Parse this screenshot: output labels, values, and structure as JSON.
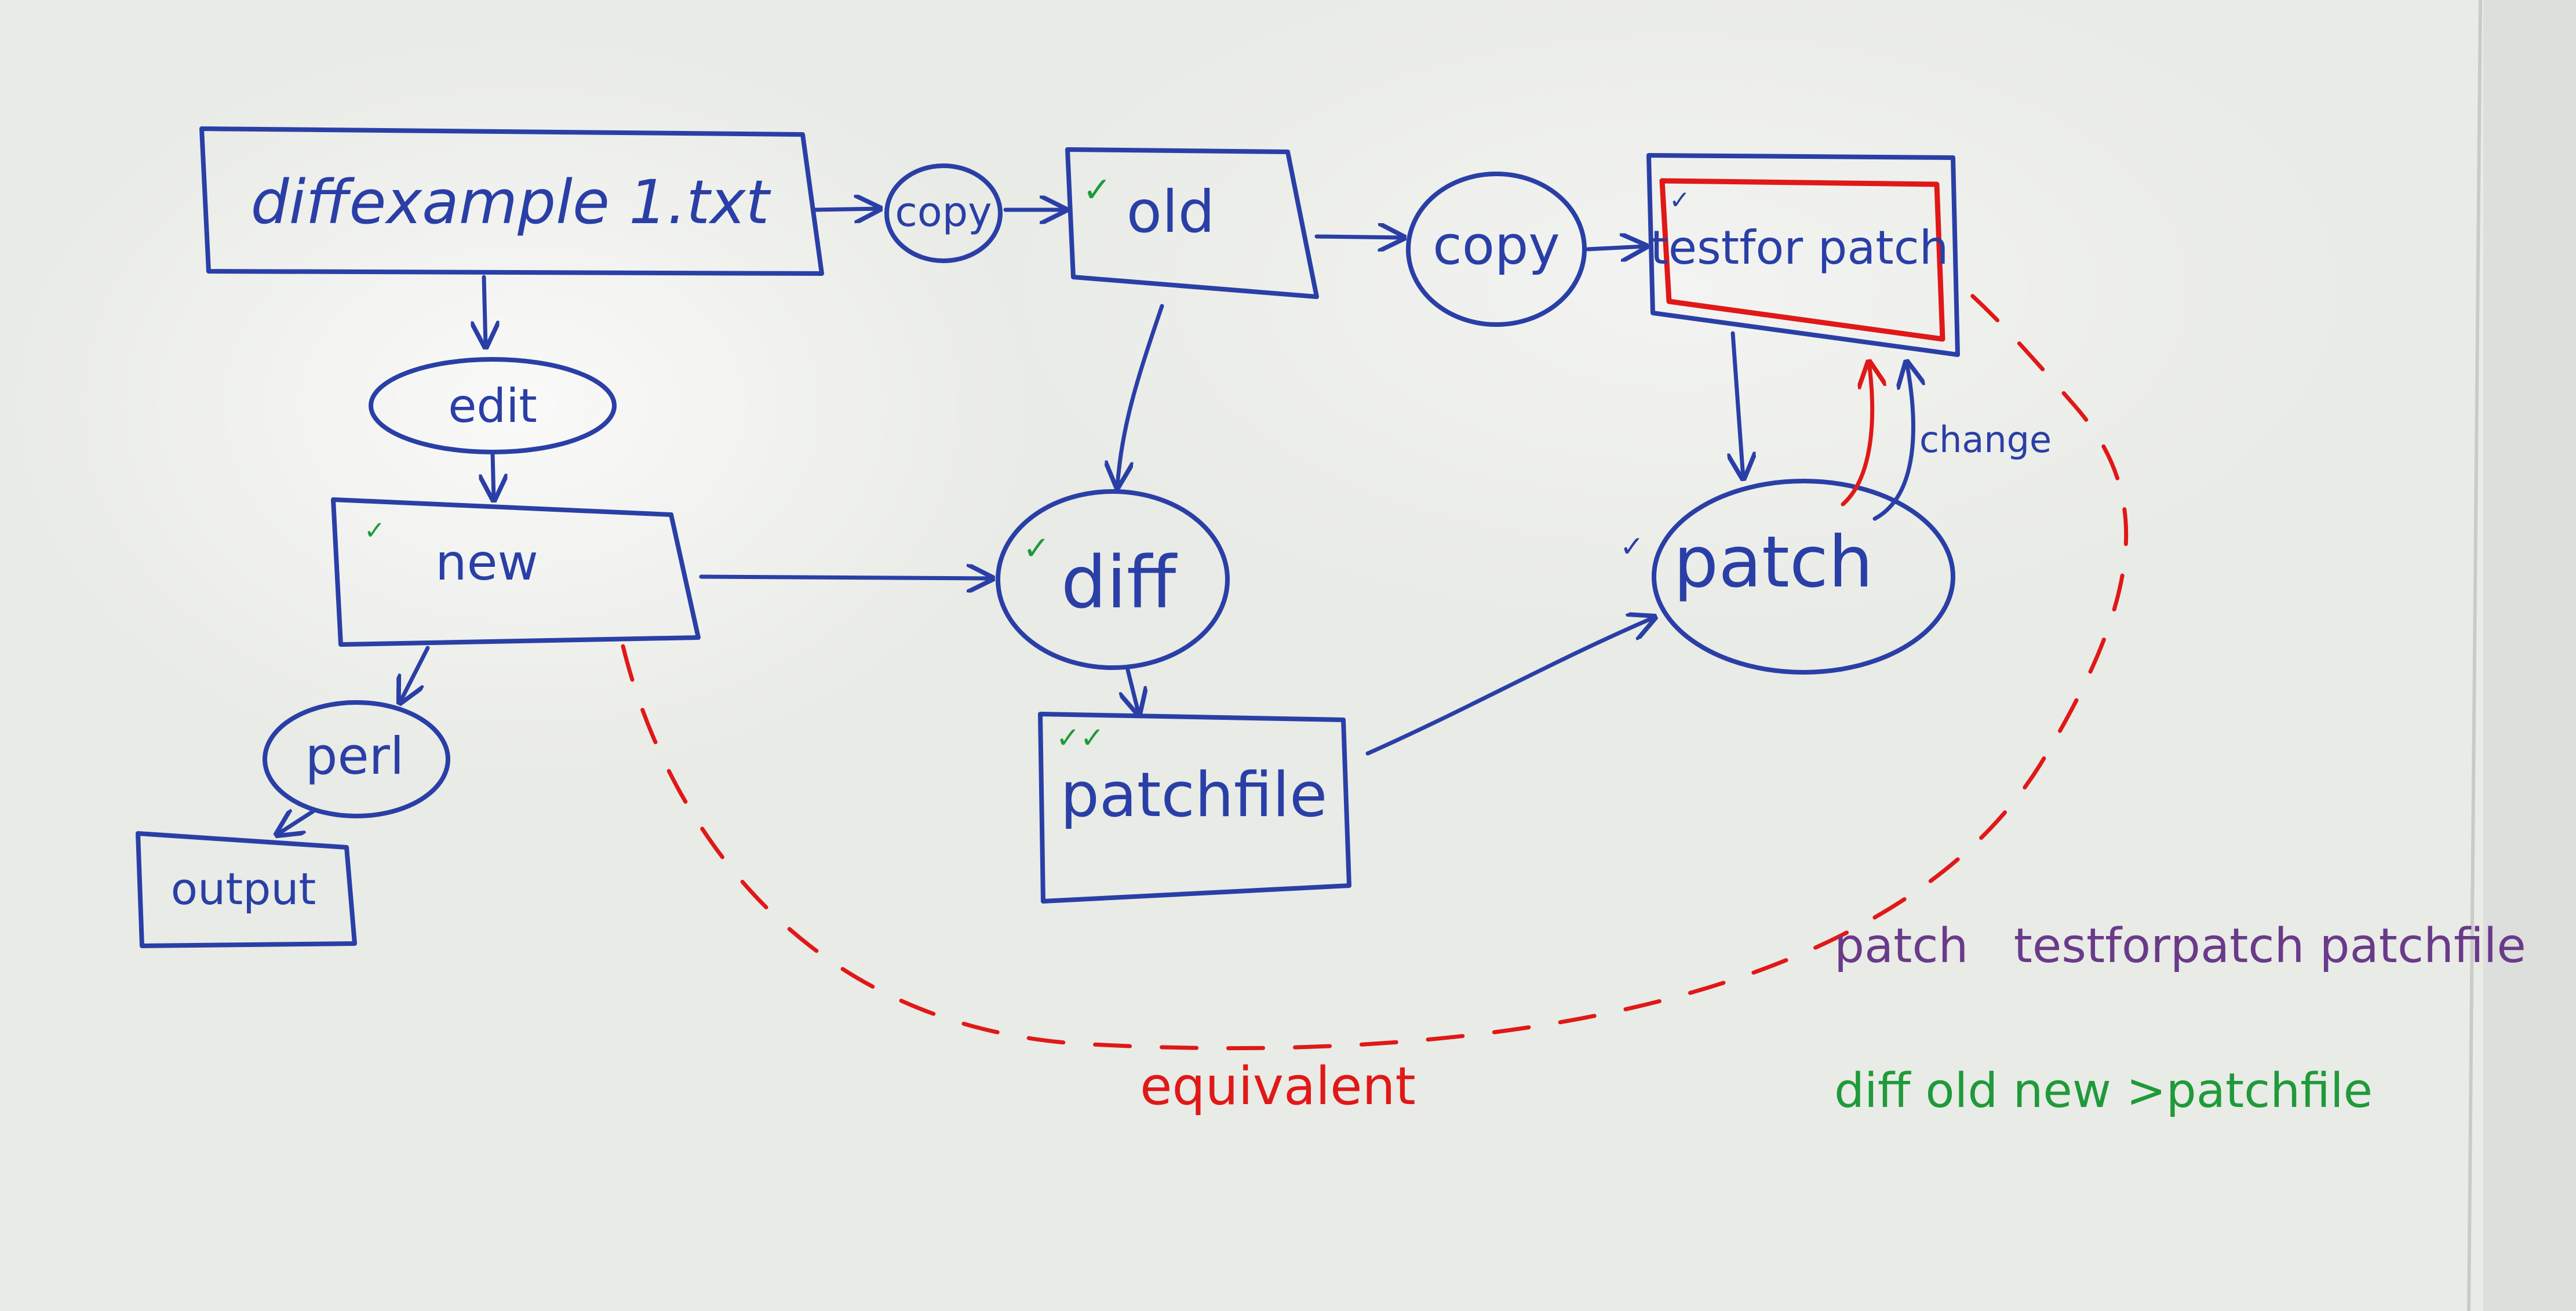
{
  "nodes": {
    "source_file": "diffexample 1.txt",
    "copy_1": "copy",
    "old": "old",
    "copy_2": "copy",
    "test_for_patch": "testfor patch",
    "edit": "edit",
    "new": "new",
    "diff": "diff",
    "patch": "patch",
    "perl": "perl",
    "output": "output",
    "patchfile": "patchfile"
  },
  "edge_labels": {
    "change": "change",
    "equivalent": "equivalent"
  },
  "commands": {
    "patch_cmd": "patch   testforpatch patchfile",
    "diff_cmd": "diff old new >patchfile"
  },
  "marks": {
    "check": "✓",
    "double_check": "✓✓"
  },
  "colors": {
    "board": "#e9ebe6",
    "ink_blue": "#2a3fa6",
    "ink_red": "#e01818",
    "ink_green": "#1f9a3a",
    "ink_purple": "#6a3a8a"
  }
}
